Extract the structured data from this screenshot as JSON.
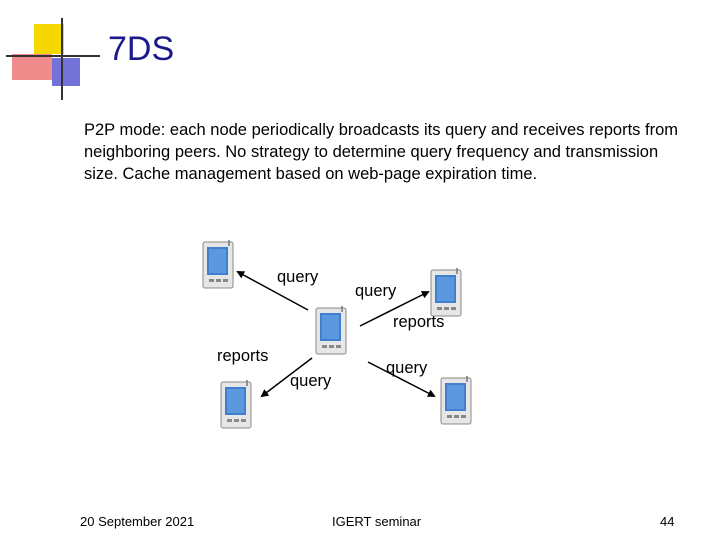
{
  "slide": {
    "title": "7DS",
    "body": "P2P mode: each node periodically broadcasts its query and receives reports from neighboring peers. No strategy to determine query frequency and transmission size. Cache management based on web-page expiration time."
  },
  "diagram": {
    "labels": {
      "query_top_left": "query",
      "query_top_right": "query",
      "reports_right": "reports",
      "reports_left": "reports",
      "query_bottom_left": "query",
      "query_bottom_right": "query"
    },
    "icons": [
      "pda-device-icon"
    ]
  },
  "footer": {
    "date": "20 September 2021",
    "center": "IGERT seminar",
    "page": "44"
  },
  "colors": {
    "title": "#1a1a8c",
    "deco_yellow": "#f5d800",
    "deco_red": "#e8333a",
    "deco_blue": "#4040c0"
  }
}
